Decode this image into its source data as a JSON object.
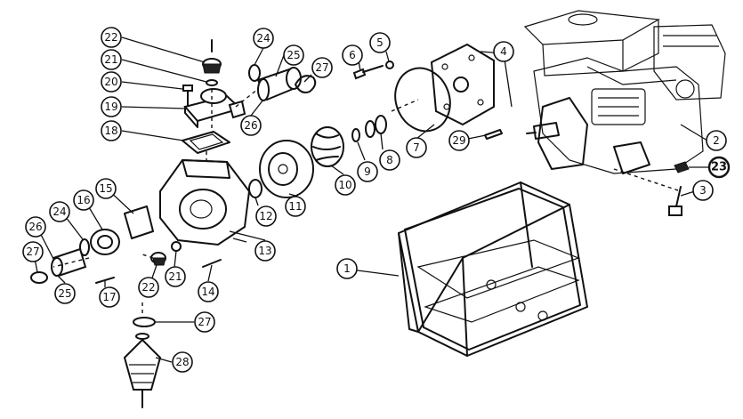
{
  "parts": [
    {
      "id": "p1",
      "label": "1"
    },
    {
      "id": "p2",
      "label": "2"
    },
    {
      "id": "p3",
      "label": "3"
    },
    {
      "id": "p4",
      "label": "4"
    },
    {
      "id": "p5",
      "label": "5"
    },
    {
      "id": "p6",
      "label": "6"
    },
    {
      "id": "p7",
      "label": "7"
    },
    {
      "id": "p8",
      "label": "8"
    },
    {
      "id": "p9",
      "label": "9"
    },
    {
      "id": "p10",
      "label": "10"
    },
    {
      "id": "p11",
      "label": "11"
    },
    {
      "id": "p12",
      "label": "12"
    },
    {
      "id": "p13",
      "label": "13"
    },
    {
      "id": "p14",
      "label": "14"
    },
    {
      "id": "p15",
      "label": "15"
    },
    {
      "id": "p16",
      "label": "16"
    },
    {
      "id": "p17",
      "label": "17"
    },
    {
      "id": "p18",
      "label": "18"
    },
    {
      "id": "p19",
      "label": "19"
    },
    {
      "id": "p20",
      "label": "20"
    },
    {
      "id": "p21a",
      "label": "21"
    },
    {
      "id": "p21b",
      "label": "21"
    },
    {
      "id": "p22a",
      "label": "22"
    },
    {
      "id": "p22b",
      "label": "22"
    },
    {
      "id": "p23",
      "label": "23"
    },
    {
      "id": "p24a",
      "label": "24"
    },
    {
      "id": "p24b",
      "label": "24"
    },
    {
      "id": "p25a",
      "label": "25"
    },
    {
      "id": "p25b",
      "label": "25"
    },
    {
      "id": "p26a",
      "label": "26"
    },
    {
      "id": "p26b",
      "label": "26"
    },
    {
      "id": "p27a",
      "label": "27"
    },
    {
      "id": "p27b",
      "label": "27"
    },
    {
      "id": "p27c",
      "label": "27"
    },
    {
      "id": "p28",
      "label": "28"
    },
    {
      "id": "p29",
      "label": "29"
    }
  ]
}
